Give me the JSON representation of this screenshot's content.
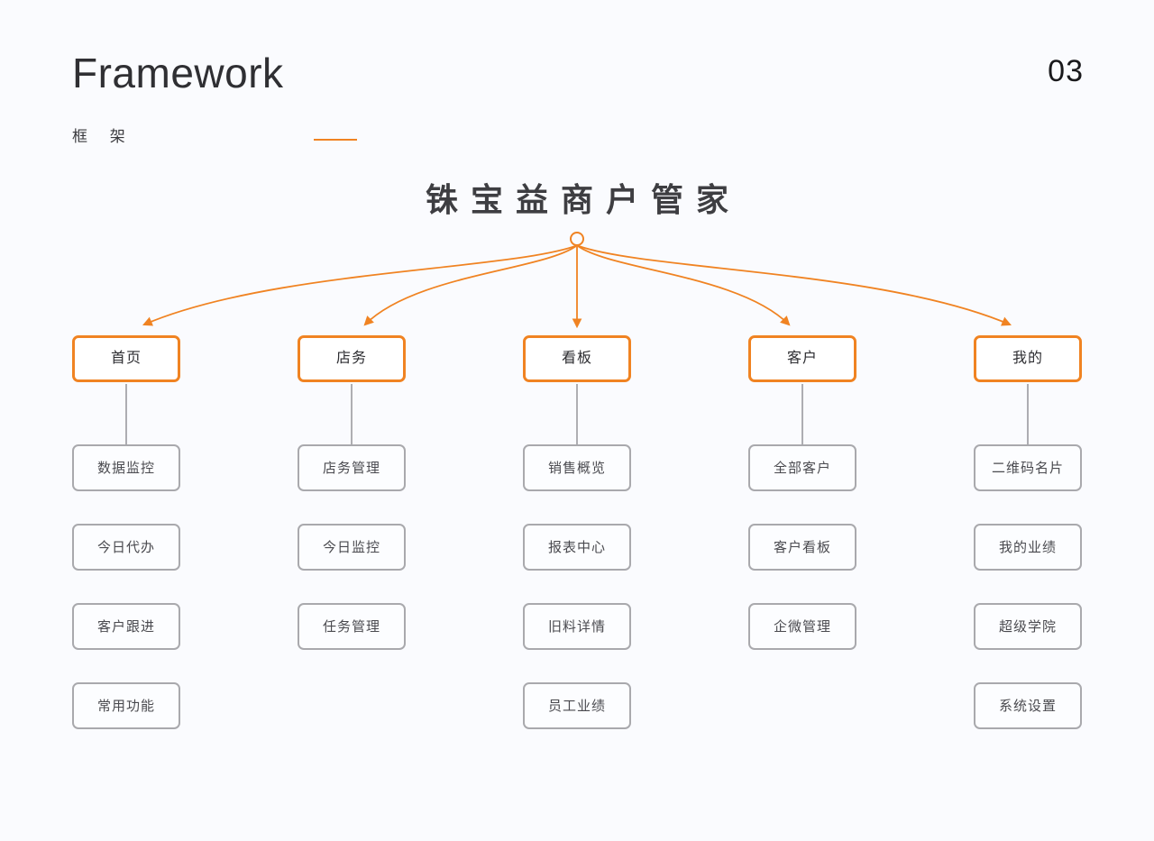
{
  "header": {
    "title": "Framework",
    "subtitle": "框 架",
    "page_number": "03",
    "accent_color": "#f08322"
  },
  "diagram": {
    "root_label": "铢宝益商户管家",
    "root_node_icon": "root-circle-icon",
    "columns": [
      {
        "label": "首页",
        "children": [
          "数据监控",
          "今日代办",
          "客户跟进",
          "常用功能"
        ]
      },
      {
        "label": "店务",
        "children": [
          "店务管理",
          "今日监控",
          "任务管理"
        ]
      },
      {
        "label": "看板",
        "children": [
          "销售概览",
          "报表中心",
          "旧料详情",
          "员工业绩"
        ]
      },
      {
        "label": "客户",
        "children": [
          "全部客户",
          "客户看板",
          "企微管理"
        ]
      },
      {
        "label": "我的",
        "children": [
          "二维码名片",
          "我的业绩",
          "超级学院",
          "系统设置"
        ]
      }
    ]
  },
  "colors": {
    "background": "#fafbfe",
    "accent": "#f08322",
    "node_border_l2": "#a9a9ad",
    "connector_gray": "#9a9a9e",
    "text_dark": "#2f2f33"
  }
}
